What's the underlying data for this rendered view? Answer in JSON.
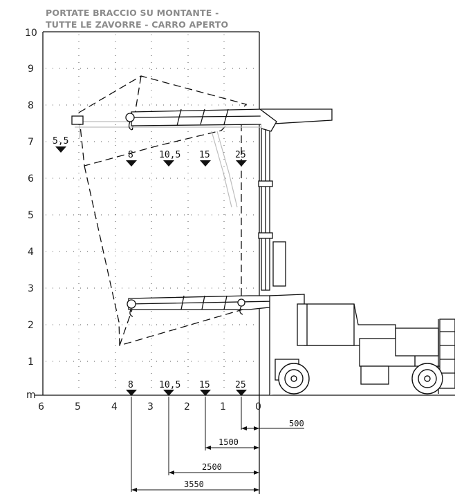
{
  "title": {
    "line1": "PORTATE BRACCIO SU MONTANTE -",
    "line2": "TUTTE LE ZAVORRE - CARRO APERTO"
  },
  "axes": {
    "y_ticks": [
      "10",
      "9",
      "8",
      "7",
      "6",
      "5",
      "4",
      "3",
      "2",
      "1"
    ],
    "y_unit": "m",
    "x_ticks": [
      "6",
      "5",
      "4",
      "3",
      "2",
      "1",
      "0"
    ]
  },
  "capacities_upper": [
    "5,5",
    "8",
    "10,5",
    "15",
    "25"
  ],
  "capacities_lower": [
    "8",
    "10,5",
    "15",
    "25"
  ],
  "dimensions": [
    "500",
    "1500",
    "2500",
    "3550"
  ],
  "colors": {
    "line": "#111111",
    "grid": "#555555",
    "title": "#8a8a8a",
    "ghost": "#bdbdbd"
  }
}
